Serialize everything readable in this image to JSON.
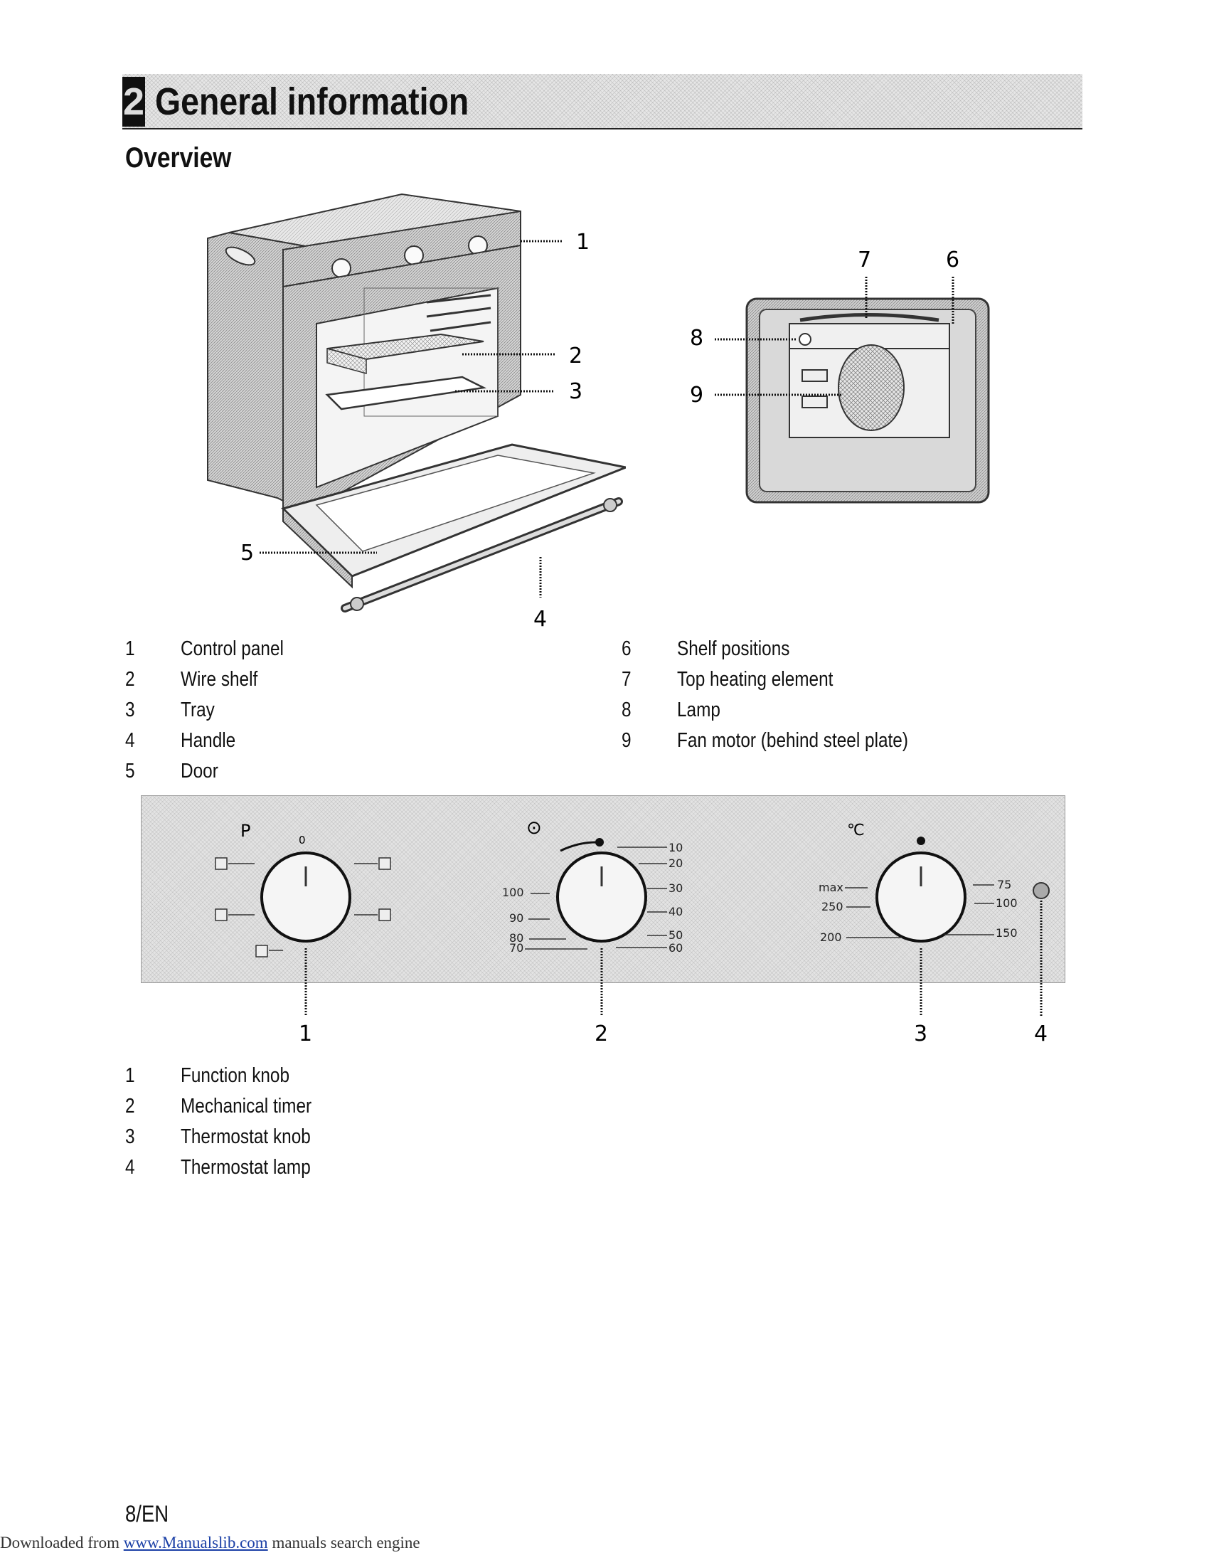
{
  "header": {
    "chapter_number": "2",
    "chapter_title": "General information"
  },
  "section_heading": "Overview",
  "callouts_overview": [
    "1",
    "2",
    "3",
    "4",
    "5",
    "6",
    "7",
    "8",
    "9"
  ],
  "overview_list_left": [
    {
      "num": "1",
      "label": "Control panel"
    },
    {
      "num": "2",
      "label": "Wire shelf"
    },
    {
      "num": "3",
      "label": "Tray"
    },
    {
      "num": "4",
      "label": "Handle"
    },
    {
      "num": "5",
      "label": "Door"
    }
  ],
  "overview_list_right": [
    {
      "num": "6",
      "label": "Shelf positions"
    },
    {
      "num": "7",
      "label": "Top heating element"
    },
    {
      "num": "8",
      "label": "Lamp"
    },
    {
      "num": "9",
      "label": "Fan motor (behind steel plate)"
    }
  ],
  "panel": {
    "function_knob_symbol": "P",
    "function_knob_zero": "0",
    "timer_symbol": "⊙",
    "thermostat_symbol": "℃",
    "timer_scale": [
      "10",
      "20",
      "30",
      "40",
      "50",
      "60",
      "70",
      "80",
      "90",
      "100"
    ],
    "thermostat_scale": [
      "max",
      "250",
      "200",
      "150",
      "100",
      "75"
    ],
    "callouts": [
      "1",
      "2",
      "3",
      "4"
    ]
  },
  "panel_list": [
    {
      "num": "1",
      "label": "Function knob"
    },
    {
      "num": "2",
      "label": "Mechanical timer"
    },
    {
      "num": "3",
      "label": "Thermostat knob"
    },
    {
      "num": "4",
      "label": "Thermostat lamp"
    }
  ],
  "page_number": "8/EN",
  "footer": {
    "prefix": "Downloaded from ",
    "link_text": "www.Manualslib.com",
    "suffix": " manuals search engine"
  }
}
